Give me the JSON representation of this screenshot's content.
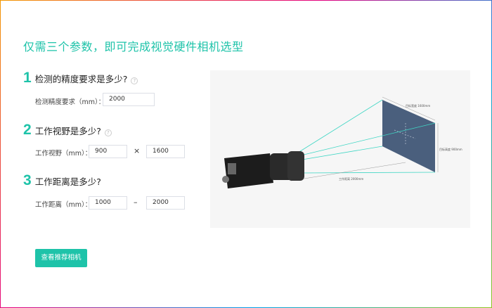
{
  "title": "仅需三个参数，即可完成视觉硬件相机选型",
  "sections": [
    {
      "number": "1",
      "question": "检测的精度要求是多少?",
      "label": "检测精度要求（mm）：",
      "values": [
        "2000"
      ]
    },
    {
      "number": "2",
      "question": "工作视野是多少?",
      "label": "工作视野（mm）：",
      "values": [
        "900",
        "1600"
      ],
      "separator": "×"
    },
    {
      "number": "3",
      "question": "工作距离是多少?",
      "label": "工作距离（mm）：",
      "values": [
        "1000",
        "2000"
      ],
      "separator": "–"
    }
  ],
  "help_icon": "?",
  "diagram": {
    "width_label": "目标宽度 1600mm",
    "height_label": "目标高度 900mm",
    "distance_label": "工作距离 2000mm"
  },
  "button": "查看推荐相机",
  "colors": {
    "accent": "#1ec3a9",
    "target": "#4a5f7d"
  }
}
